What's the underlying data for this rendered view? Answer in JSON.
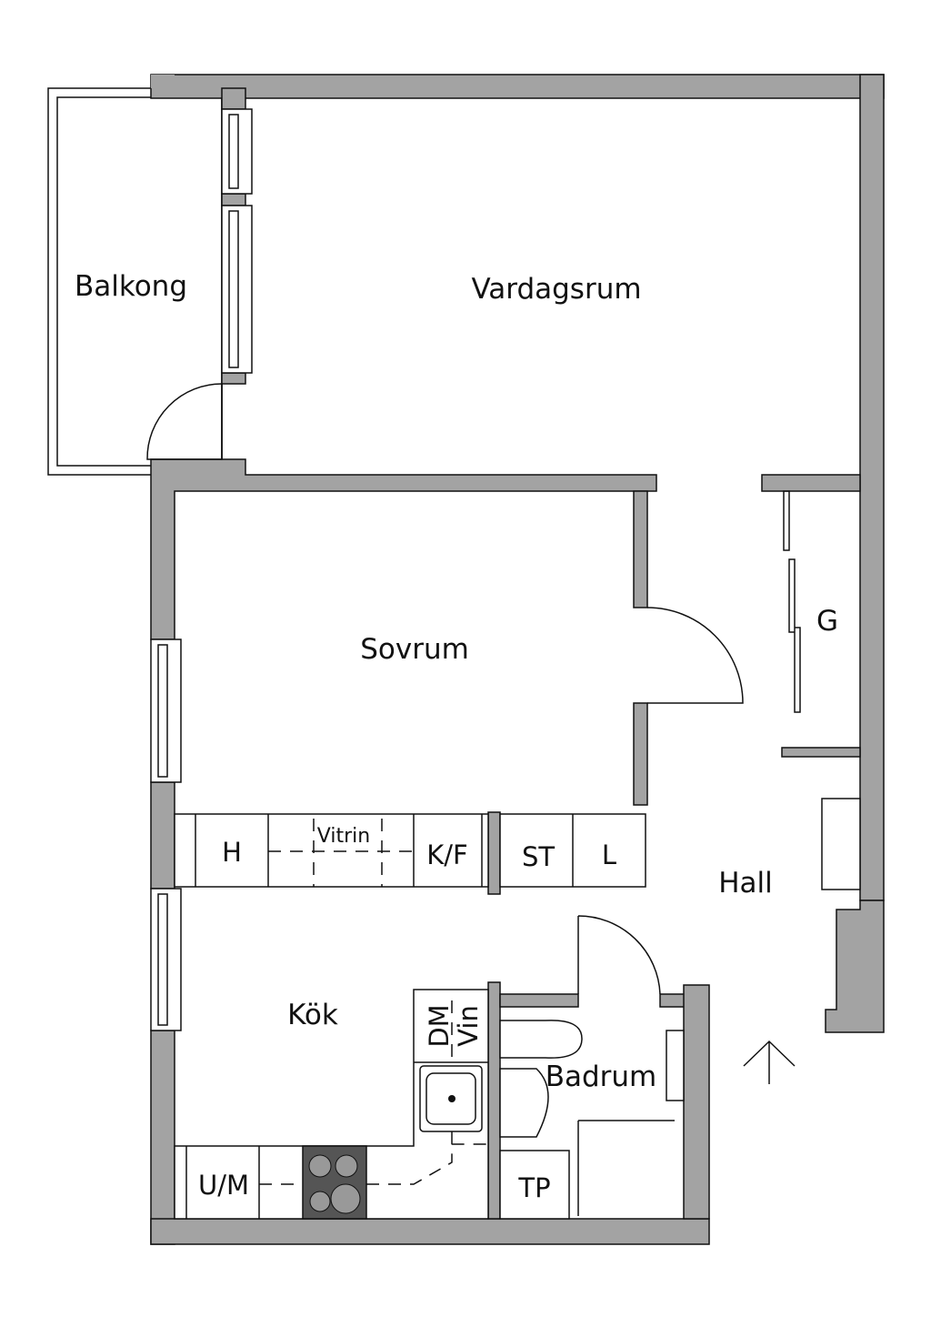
{
  "rooms": {
    "balcony": "Balkong",
    "living_room": "Vardagsrum",
    "bedroom": "Sovrum",
    "wardrobe": "G",
    "hall": "Hall",
    "kitchen": "Kök",
    "bathroom": "Badrum"
  },
  "fixtures": {
    "heat_cabinet": "H",
    "display_cabinet": "Vitrin",
    "fridge_freezer": "K/F",
    "closet": "ST",
    "linen": "L",
    "dishwasher": "DM",
    "wine": "Vin",
    "oven_micro": "U/M",
    "dryer": "TP"
  },
  "colors": {
    "wall": "#a3a3a3",
    "line": "#111111"
  }
}
